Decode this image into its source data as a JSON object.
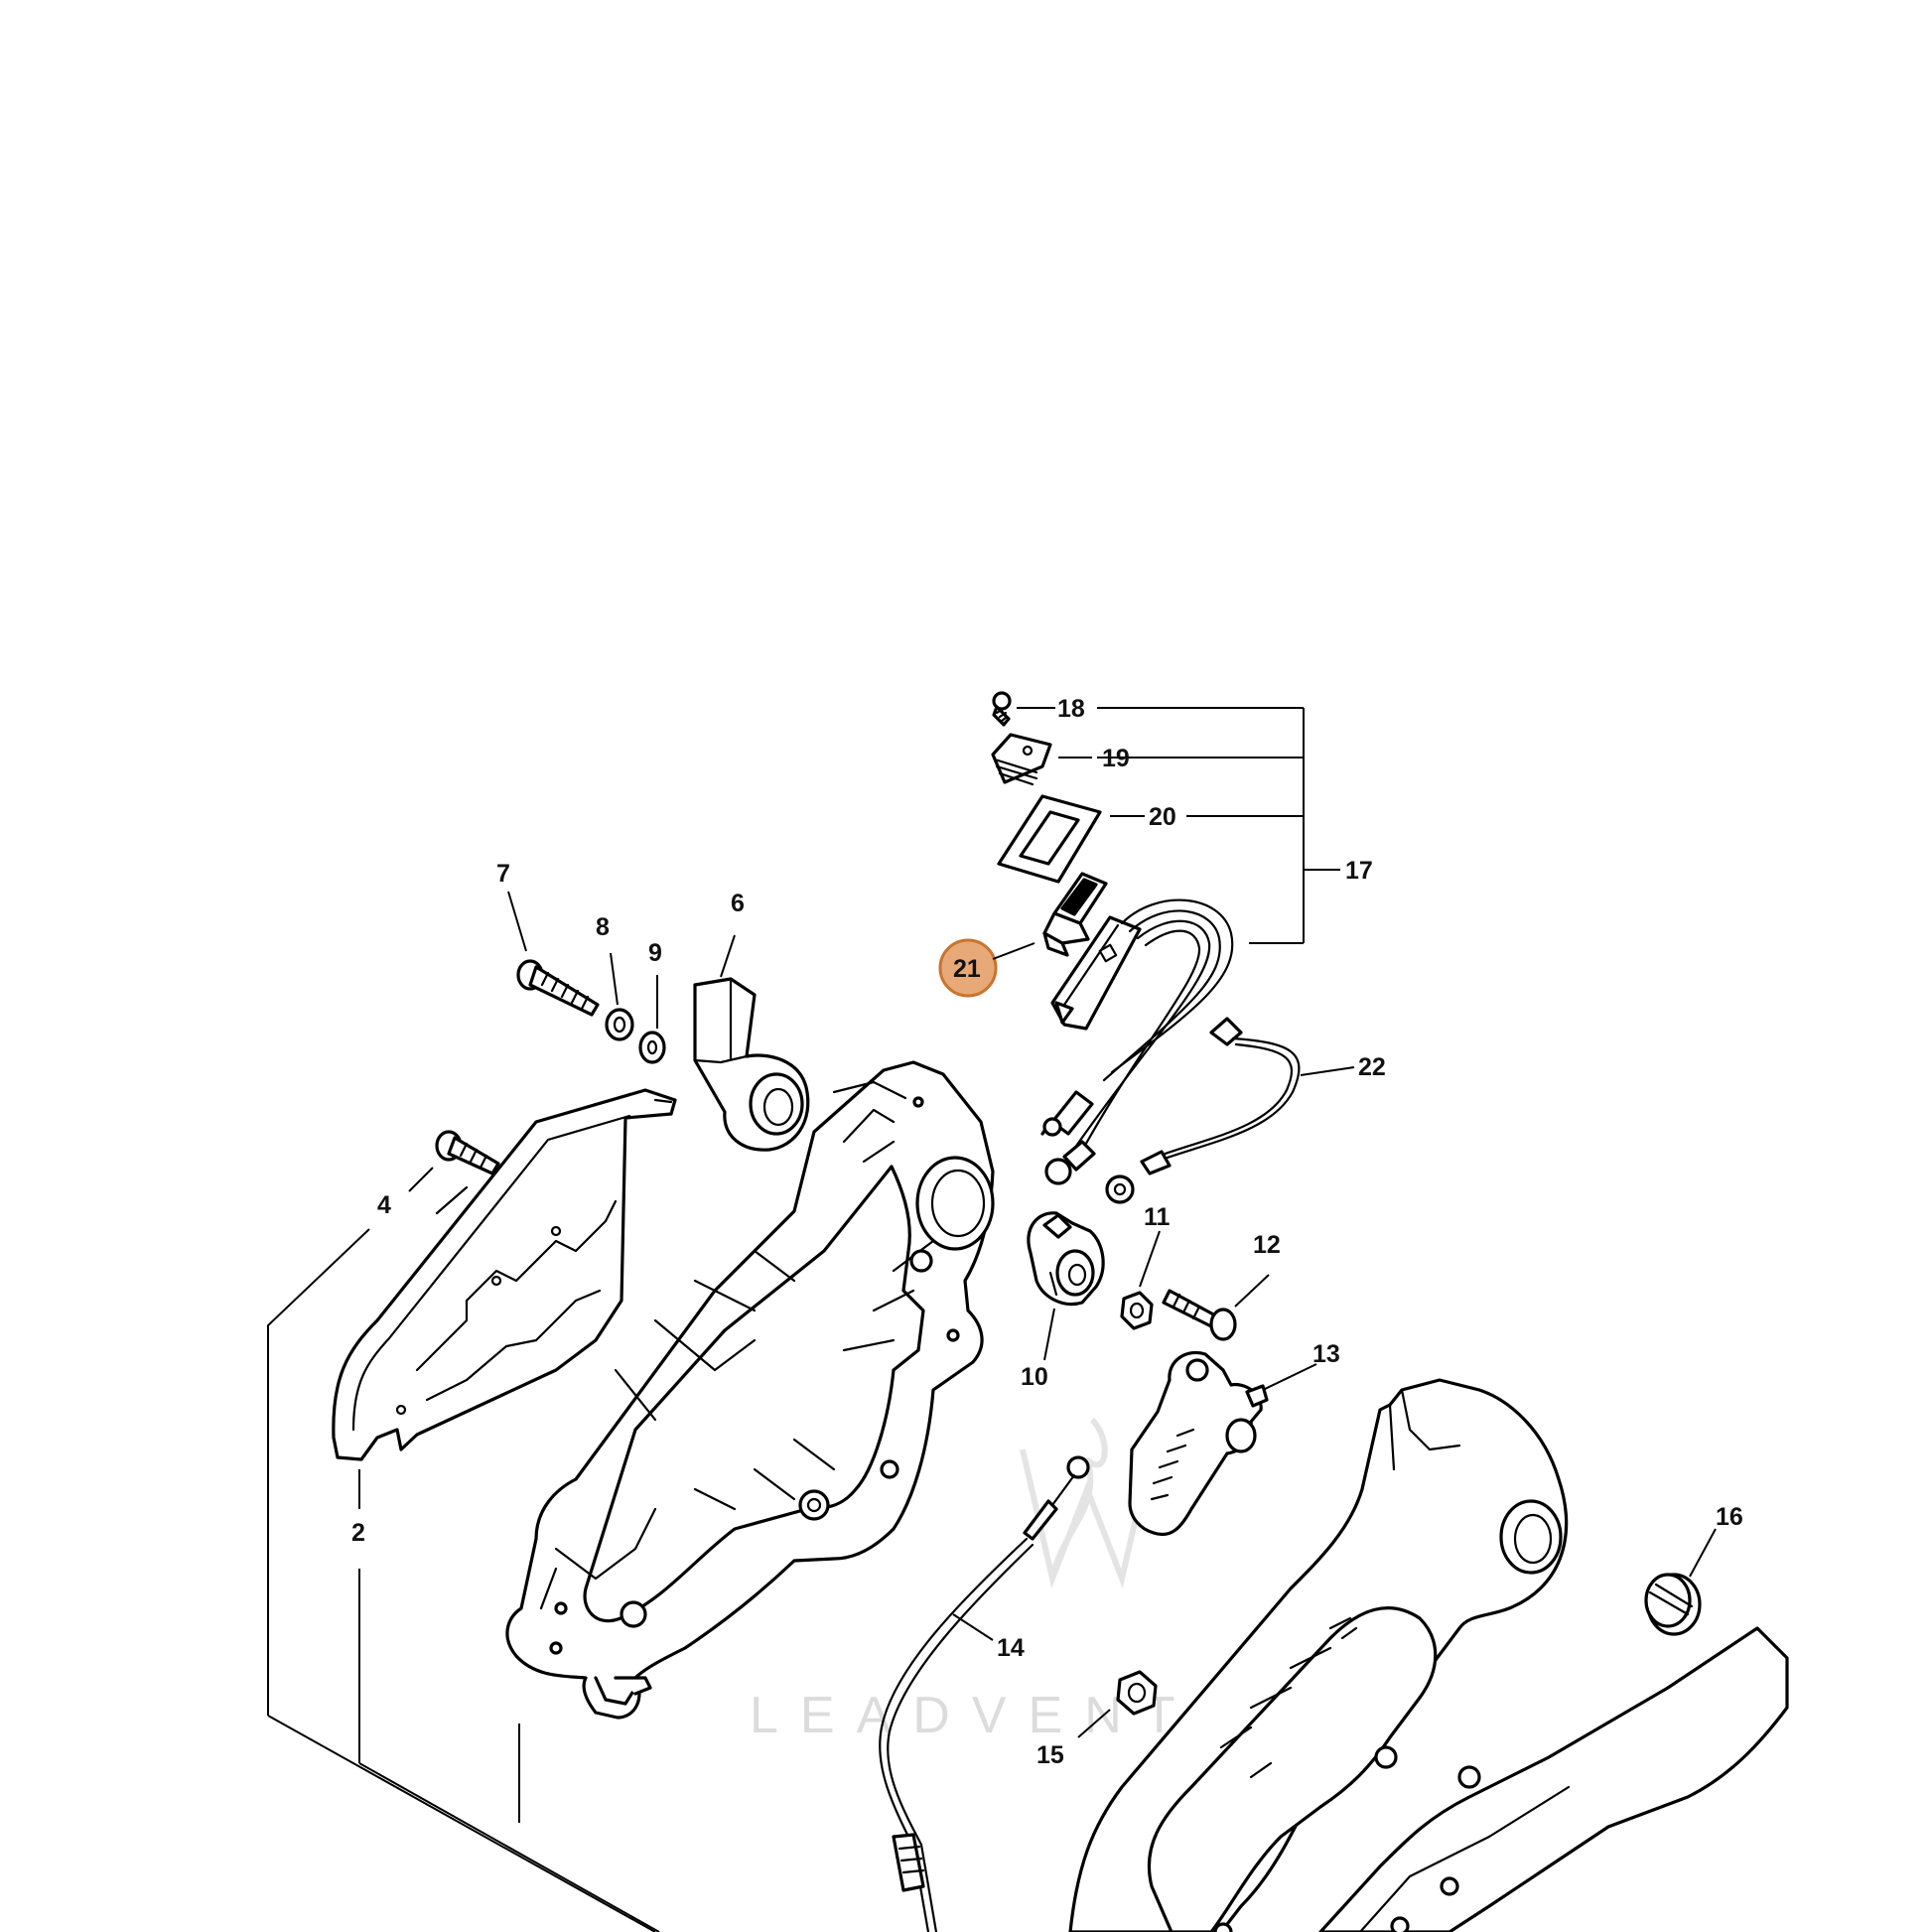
{
  "callouts": [
    {
      "id": "label-18",
      "text": "18"
    },
    {
      "id": "label-19",
      "text": "19"
    },
    {
      "id": "label-20",
      "text": "20"
    },
    {
      "id": "label-17",
      "text": "17"
    },
    {
      "id": "label-21",
      "text": "21"
    },
    {
      "id": "label-22",
      "text": "22"
    },
    {
      "id": "label-7",
      "text": "7"
    },
    {
      "id": "label-8",
      "text": "8"
    },
    {
      "id": "label-9",
      "text": "9"
    },
    {
      "id": "label-6",
      "text": "6"
    },
    {
      "id": "label-4",
      "text": "4"
    },
    {
      "id": "label-2",
      "text": "2"
    },
    {
      "id": "label-11",
      "text": "11"
    },
    {
      "id": "label-12",
      "text": "12"
    },
    {
      "id": "label-10",
      "text": "10"
    },
    {
      "id": "label-13",
      "text": "13"
    },
    {
      "id": "label-14",
      "text": "14"
    },
    {
      "id": "label-15",
      "text": "15"
    },
    {
      "id": "label-16",
      "text": "16"
    }
  ],
  "highlight": {
    "part": "21",
    "color": "#e8a978",
    "border_color": "#c9742e"
  },
  "watermark": {
    "text": "LEADVENTURE",
    "color": "#dcdcdc"
  }
}
